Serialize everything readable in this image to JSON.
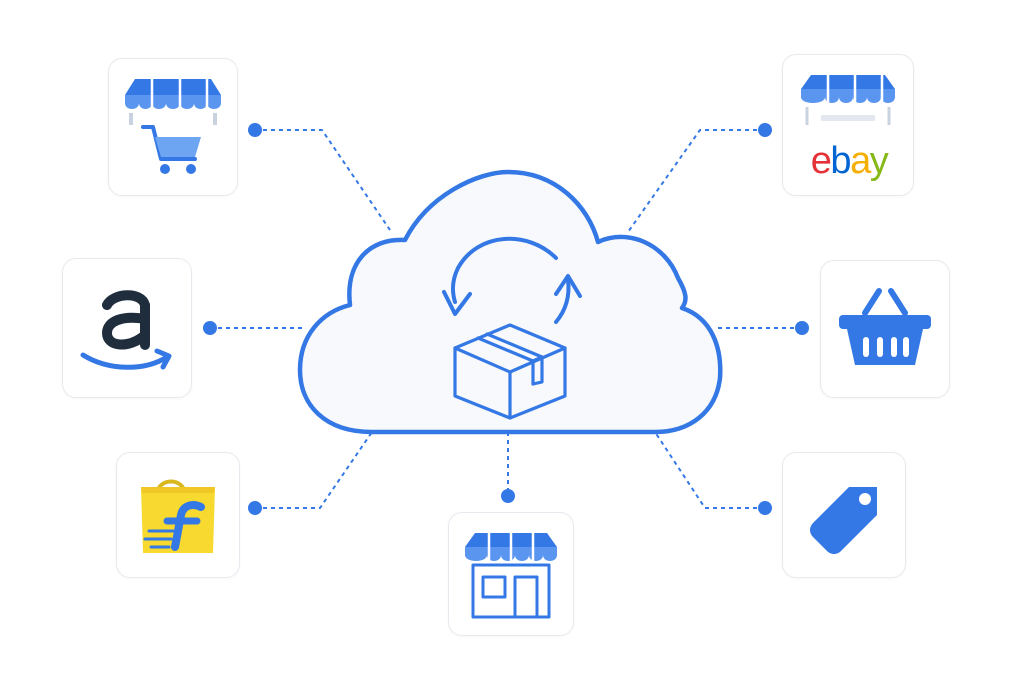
{
  "diagram": {
    "hub": {
      "icon": "cloud-sync-package-icon"
    },
    "channels": [
      {
        "id": "online-store",
        "icon": "storefront-cart-icon"
      },
      {
        "id": "amazon",
        "icon": "amazon-logo-icon"
      },
      {
        "id": "flipkart",
        "icon": "flipkart-logo-icon"
      },
      {
        "id": "local-store",
        "icon": "storefront-icon"
      },
      {
        "id": "ebay",
        "icon": "ebay-store-icon",
        "logo_text": "ebay"
      },
      {
        "id": "basket",
        "icon": "shopping-basket-icon"
      },
      {
        "id": "tag",
        "icon": "price-tag-icon"
      }
    ]
  },
  "colors": {
    "accent": "#3478e5",
    "accent_light": "#5a96f0",
    "cloud_fill": "#f7f9fc",
    "tile_border": "#e6e9ee",
    "amazon_dark": "#1f2d3d",
    "flipkart_yellow": "#f8d92f",
    "ebay_red": "#e53238",
    "ebay_blue": "#0064d2",
    "ebay_yellow": "#f5af02",
    "ebay_green": "#86b817"
  }
}
